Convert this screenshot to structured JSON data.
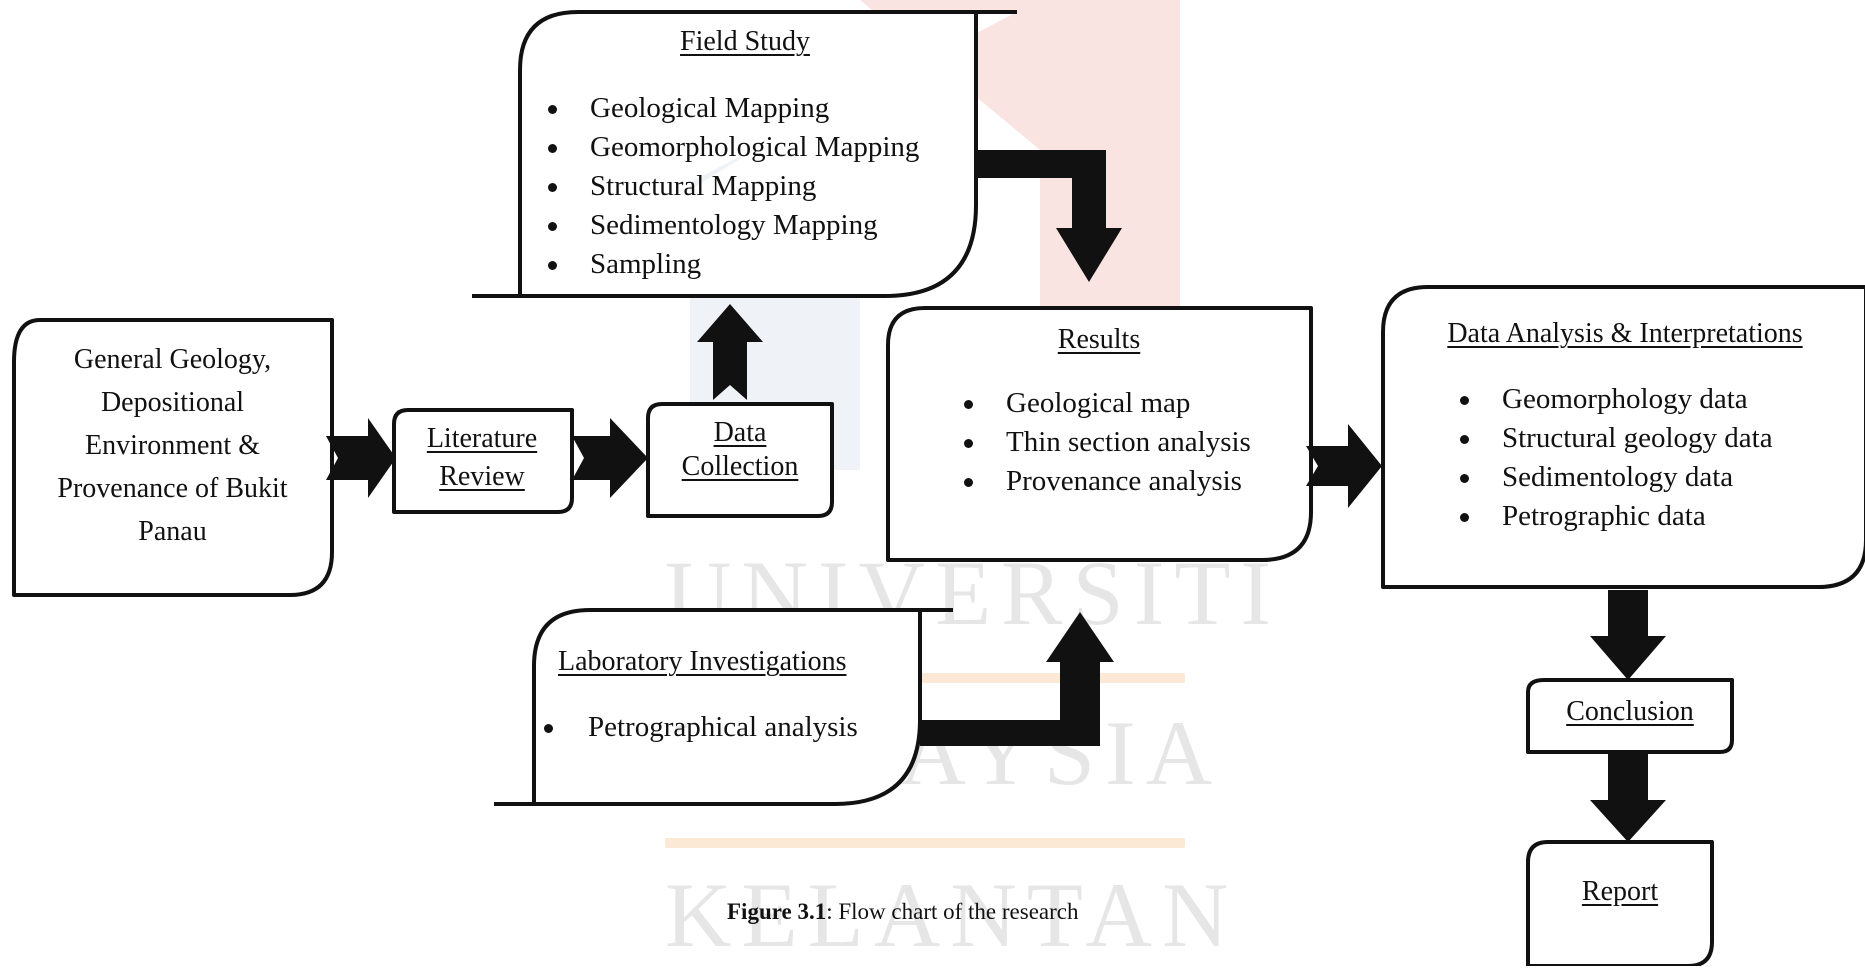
{
  "watermark": {
    "line1": "UNIVERSITI",
    "line2": "MALAYSIA",
    "line3": "KELANTAN",
    "colors": {
      "logo_red": "#f6d3d0",
      "logo_blue": "#dde6f0",
      "band_orange": "#fbe6cf",
      "text": "#e6e6e6"
    }
  },
  "nodes": {
    "general_geology": {
      "text": "General Geology, Depositional Environment & Provenance of Bukit Panau"
    },
    "literature_review": {
      "title": "Literature Review"
    },
    "data_collection": {
      "title": "Data Collection"
    },
    "field_study": {
      "title": "Field Study",
      "items": [
        "Geological Mapping",
        "Geomorphological Mapping",
        "Structural Mapping",
        "Sedimentology Mapping",
        "Sampling"
      ]
    },
    "laboratory": {
      "title": "Laboratory Investigations",
      "items": [
        "Petrographical analysis"
      ]
    },
    "results": {
      "title": "Results",
      "items": [
        "Geological map",
        "Thin section analysis",
        "Provenance analysis"
      ]
    },
    "data_analysis": {
      "title": "Data Analysis & Interpretations",
      "items": [
        "Geomorphology data",
        "Structural geology data",
        "Sedimentology data",
        "Petrographic data"
      ]
    },
    "conclusion": {
      "title": "Conclusion"
    },
    "report": {
      "title": "Report"
    }
  },
  "caption": {
    "label": "Figure 3.1",
    "text": ": Flow chart of the research"
  }
}
